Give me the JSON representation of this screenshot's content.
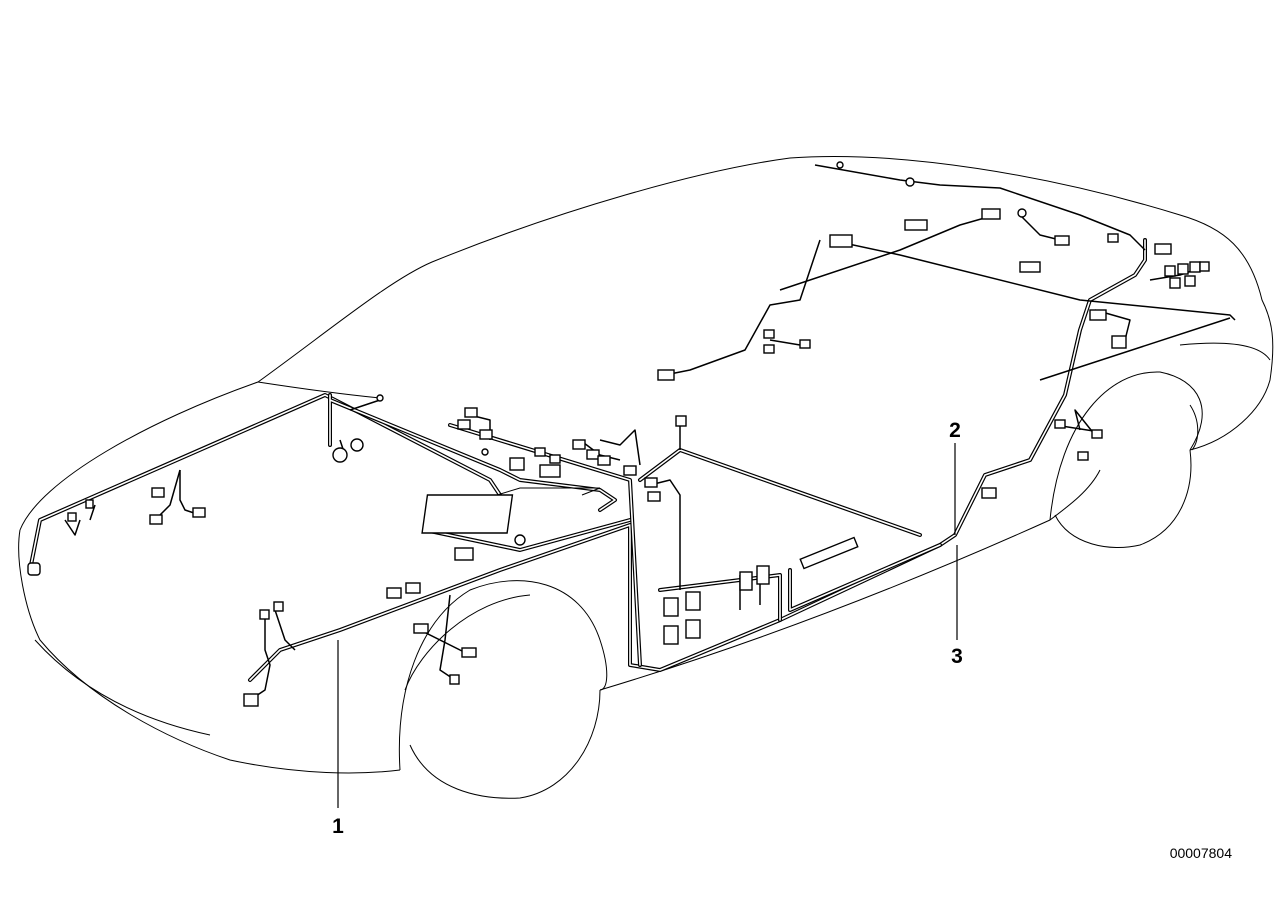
{
  "callouts": {
    "part_1": "1",
    "part_2": "2",
    "part_3": "3"
  },
  "document_id": "00007804"
}
